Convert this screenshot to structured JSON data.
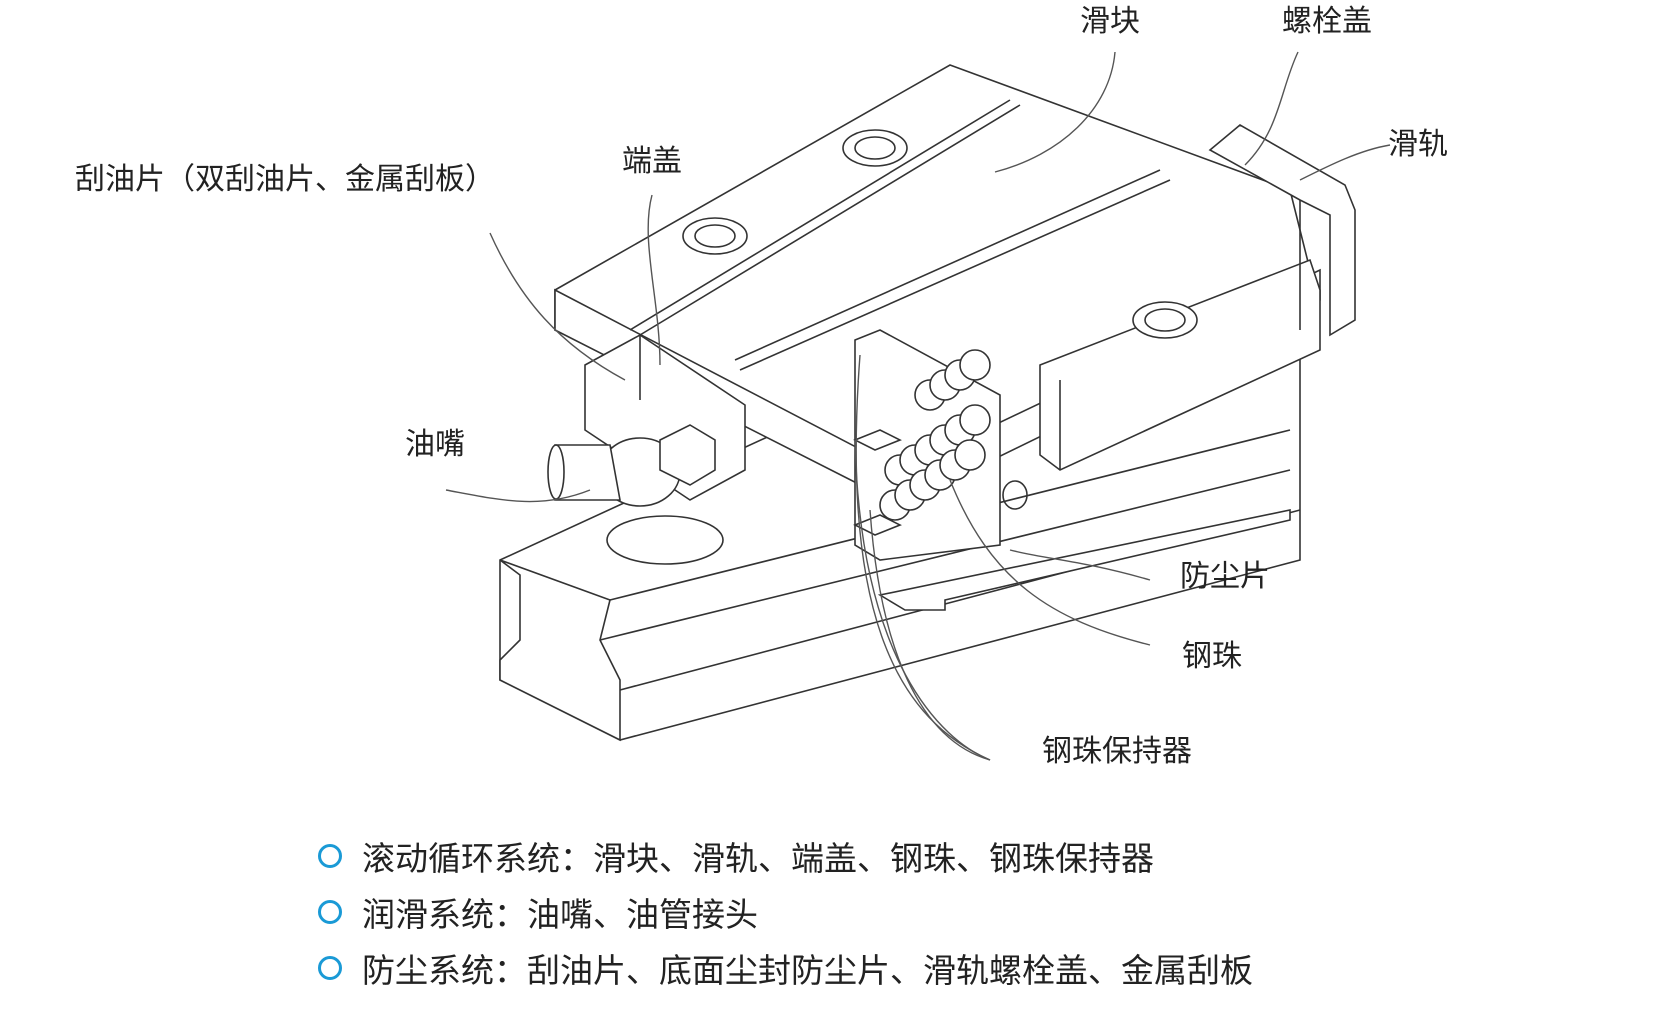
{
  "labels": {
    "slider": "滑块",
    "bolt_cap": "螺栓盖",
    "rail": "滑轨",
    "end_cap": "端盖",
    "scraper": "刮油片（双刮油片、金属刮板）",
    "grease_nipple": "油嘴",
    "dust_seal": "防尘片",
    "steel_ball": "钢珠",
    "ball_retainer": "钢珠保持器"
  },
  "legend": [
    {
      "text": "滚动循环系统：滑块、滑轨、端盖、钢珠、钢珠保持器"
    },
    {
      "text": "润滑系统：油嘴、油管接头"
    },
    {
      "text": "防尘系统：刮油片、底面尘封防尘片、滑轨螺栓盖、金属刮板"
    }
  ],
  "colors": {
    "legend_circle": "#1a9ad6",
    "line": "#333333"
  }
}
